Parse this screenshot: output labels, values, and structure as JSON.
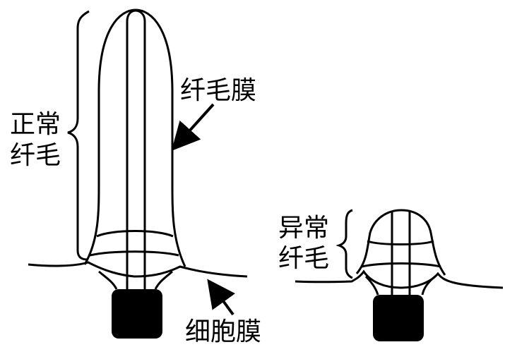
{
  "labels": {
    "normal_cilia_line1": "正常",
    "normal_cilia_line2": "纤毛",
    "ciliary_membrane": "纤毛膜",
    "cell_membrane": "细胞膜",
    "abnormal_cilia_line1": "异常",
    "abnormal_cilia_line2": "纤毛"
  },
  "colors": {
    "stroke": "#000000",
    "fill_body": "#000000",
    "background": "#ffffff"
  }
}
